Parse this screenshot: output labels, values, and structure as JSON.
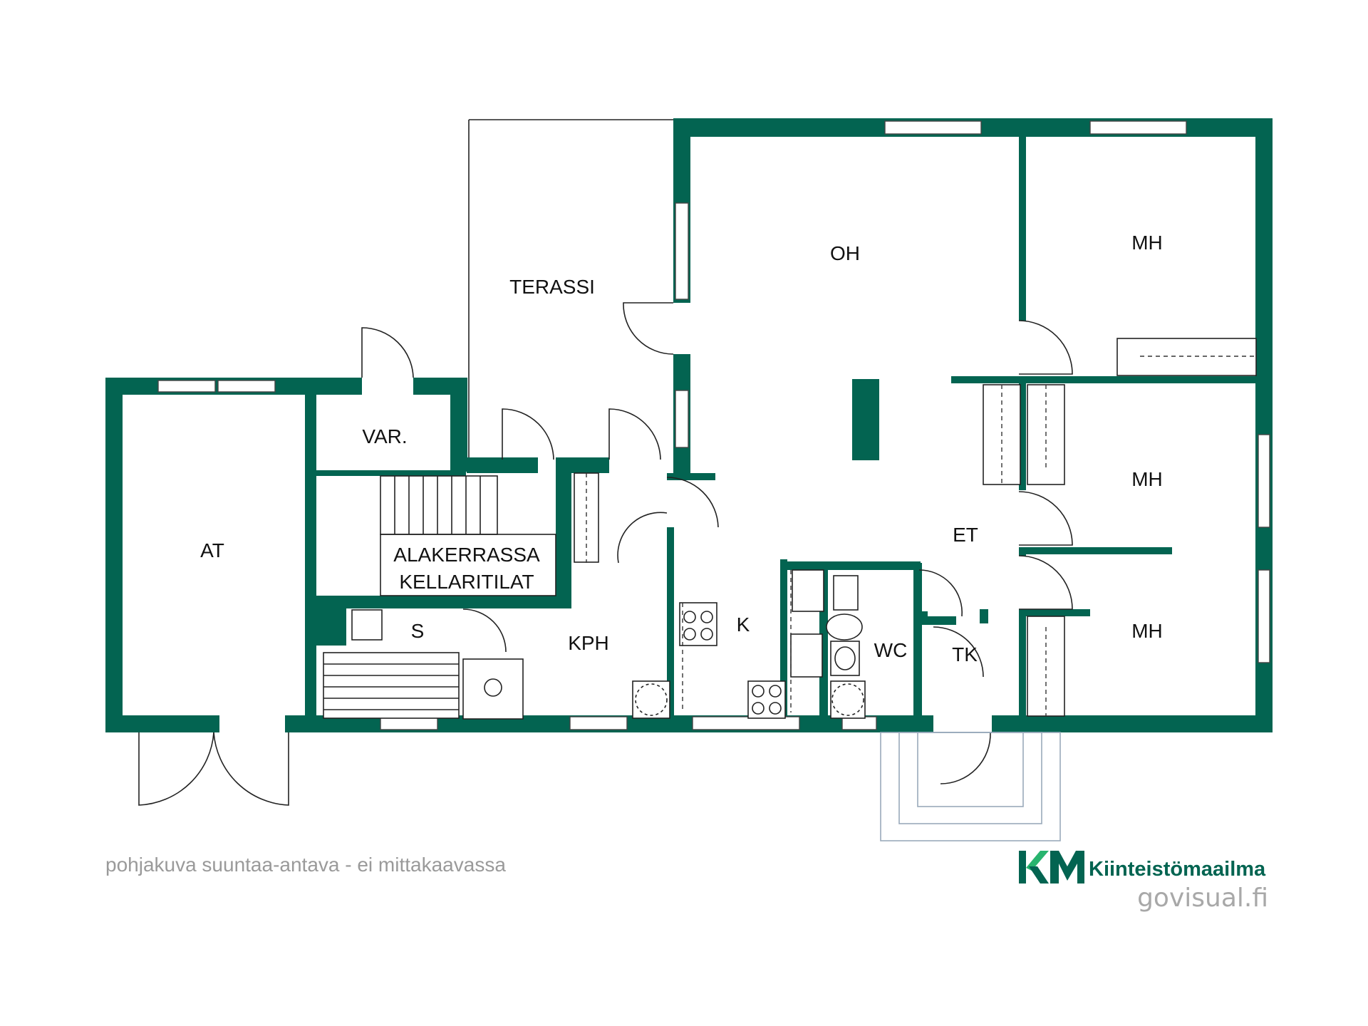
{
  "colors": {
    "wall": "#036451",
    "brand": "#036451",
    "brand_accent": "#28b46e",
    "caption": "#9a9a9a"
  },
  "rooms": {
    "oh": "OH",
    "mh_top": "MH",
    "mh_mid": "MH",
    "mh_bottom": "MH",
    "terassi": "TERASSI",
    "var": "VAR.",
    "at": "AT",
    "basement_line1": "ALAKERRASSA",
    "basement_line2": "KELLARITILAT",
    "s": "S",
    "kph": "KPH",
    "k": "K",
    "wc": "WC",
    "tk": "TK",
    "et": "ET"
  },
  "footer": {
    "disclaimer": "pohjakuva suuntaa-antava - ei mittakaavassa",
    "brand_logo_text": "KM",
    "brand_name": "Kiinteistömaailma",
    "website": "govisual.fi"
  }
}
